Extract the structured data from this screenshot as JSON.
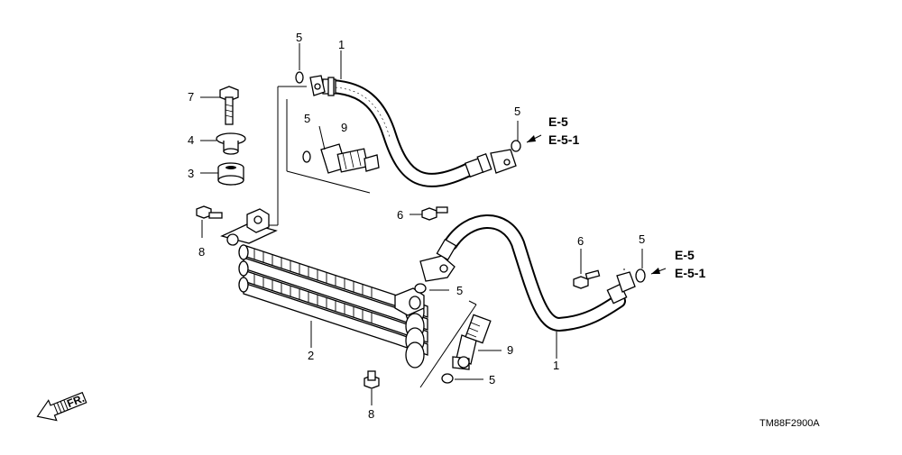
{
  "diagram": {
    "callouts": [
      {
        "id": "c1a",
        "label": "1"
      },
      {
        "id": "c1b",
        "label": "1"
      },
      {
        "id": "c2",
        "label": "2"
      },
      {
        "id": "c3",
        "label": "3"
      },
      {
        "id": "c4",
        "label": "4"
      },
      {
        "id": "c5a",
        "label": "5"
      },
      {
        "id": "c5b",
        "label": "5"
      },
      {
        "id": "c5c",
        "label": "5"
      },
      {
        "id": "c5d",
        "label": "5"
      },
      {
        "id": "c5e",
        "label": "5"
      },
      {
        "id": "c5f",
        "label": "5"
      },
      {
        "id": "c6a",
        "label": "6"
      },
      {
        "id": "c6b",
        "label": "6"
      },
      {
        "id": "c7",
        "label": "7"
      },
      {
        "id": "c8a",
        "label": "8"
      },
      {
        "id": "c8b",
        "label": "8"
      },
      {
        "id": "c9a",
        "label": "9"
      },
      {
        "id": "c9b",
        "label": "9"
      }
    ],
    "references": {
      "top": [
        "E-5",
        "E-5-1"
      ],
      "bottom": [
        "E-5",
        "E-5-1"
      ]
    },
    "direction_label": "FR.",
    "diagram_code": "TM88F2900A"
  }
}
